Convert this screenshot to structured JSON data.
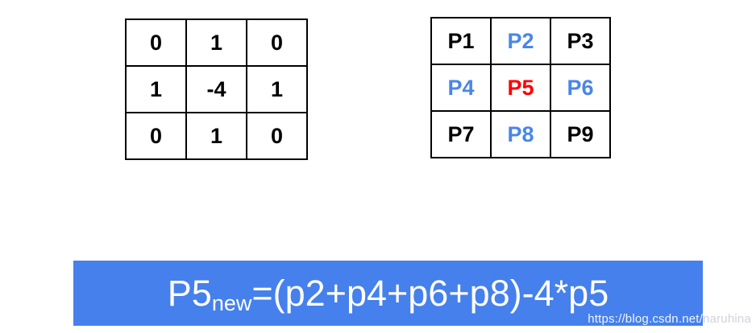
{
  "kernel_table": {
    "cells": [
      "0",
      "1",
      "0",
      "1",
      "-4",
      "1",
      "0",
      "1",
      "0"
    ]
  },
  "pixel_table": {
    "cells": [
      {
        "label": "P1",
        "color": "#000000"
      },
      {
        "label": "P2",
        "color": "#4a86e8"
      },
      {
        "label": "P3",
        "color": "#000000"
      },
      {
        "label": "P4",
        "color": "#4a86e8"
      },
      {
        "label": "P5",
        "color": "#ff0000"
      },
      {
        "label": "P6",
        "color": "#4a86e8"
      },
      {
        "label": "P7",
        "color": "#000000"
      },
      {
        "label": "P8",
        "color": "#4a86e8"
      },
      {
        "label": "P9",
        "color": "#000000"
      }
    ]
  },
  "formula": {
    "base": "P5",
    "subscript": "new",
    "rest": "=(p2+p4+p6+p8)-4*p5",
    "banner_color": "#4580ec",
    "text_color": "#ffffff"
  },
  "watermark": {
    "url": "https://blog.csdn.net/naruhina"
  },
  "colors": {
    "neighbor_blue": "#4a86e8",
    "center_red": "#ff0000",
    "grid_border": "#000000"
  }
}
